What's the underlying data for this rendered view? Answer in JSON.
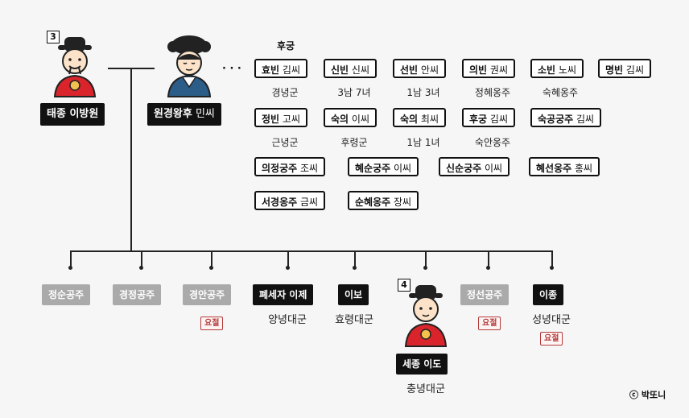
{
  "king": {
    "number": "3",
    "name_bold": "태종",
    "name_rest": " 이방원"
  },
  "queen": {
    "name_bold": "원경왕후",
    "name_rest": " 민씨"
  },
  "ellipsis": "· · ·",
  "concubines_label": "후궁",
  "concubines": [
    {
      "title": "효빈",
      "surname": " 김씨",
      "note": "경녕군"
    },
    {
      "title": "신빈",
      "surname": " 신씨",
      "note": "3남 7녀"
    },
    {
      "title": "선빈",
      "surname": " 안씨",
      "note": "1남 3녀"
    },
    {
      "title": "의빈",
      "surname": " 권씨",
      "note": "정혜옹주"
    },
    {
      "title": "소빈",
      "surname": " 노씨",
      "note": "숙혜옹주"
    },
    {
      "title": "명빈",
      "surname": " 김씨",
      "note": ""
    },
    {
      "title": "정빈",
      "surname": " 고씨",
      "note": "근녕군"
    },
    {
      "title": "숙의",
      "surname": " 이씨",
      "note": "후령군"
    },
    {
      "title": "숙의",
      "surname": " 최씨",
      "note": "1남 1녀"
    },
    {
      "title": "후궁",
      "surname": " 김씨",
      "note": "숙안옹주"
    },
    {
      "title": "숙공궁주",
      "surname": " 김씨",
      "note": ""
    },
    {
      "title": "의정궁주",
      "surname": " 조씨",
      "note": ""
    },
    {
      "title": "혜순궁주",
      "surname": " 이씨",
      "note": ""
    },
    {
      "title": "신순궁주",
      "surname": " 이씨",
      "note": ""
    },
    {
      "title": "혜선옹주",
      "surname": " 홍씨",
      "note": ""
    },
    {
      "title": "서경옹주",
      "surname": " 금씨",
      "note": ""
    },
    {
      "title": "순혜옹주",
      "surname": " 장씨",
      "note": ""
    }
  ],
  "children": [
    {
      "name": "정순공주",
      "sub": "",
      "stamp": ""
    },
    {
      "name": "경정공주",
      "sub": "",
      "stamp": ""
    },
    {
      "name": "경안공주",
      "sub": "",
      "stamp": "요절"
    },
    {
      "name": "폐세자 이제",
      "sub": "양녕대군",
      "stamp": ""
    },
    {
      "name": "이보",
      "sub": "효령대군",
      "stamp": ""
    },
    {
      "name": "세종 이도",
      "sub": "충녕대군",
      "stamp": "",
      "number": "4"
    },
    {
      "name": "정선공주",
      "sub": "",
      "stamp": "요절"
    },
    {
      "name": "이종",
      "sub": "성녕대군",
      "stamp": "요절"
    }
  ],
  "credit": "ⓒ 박또니"
}
